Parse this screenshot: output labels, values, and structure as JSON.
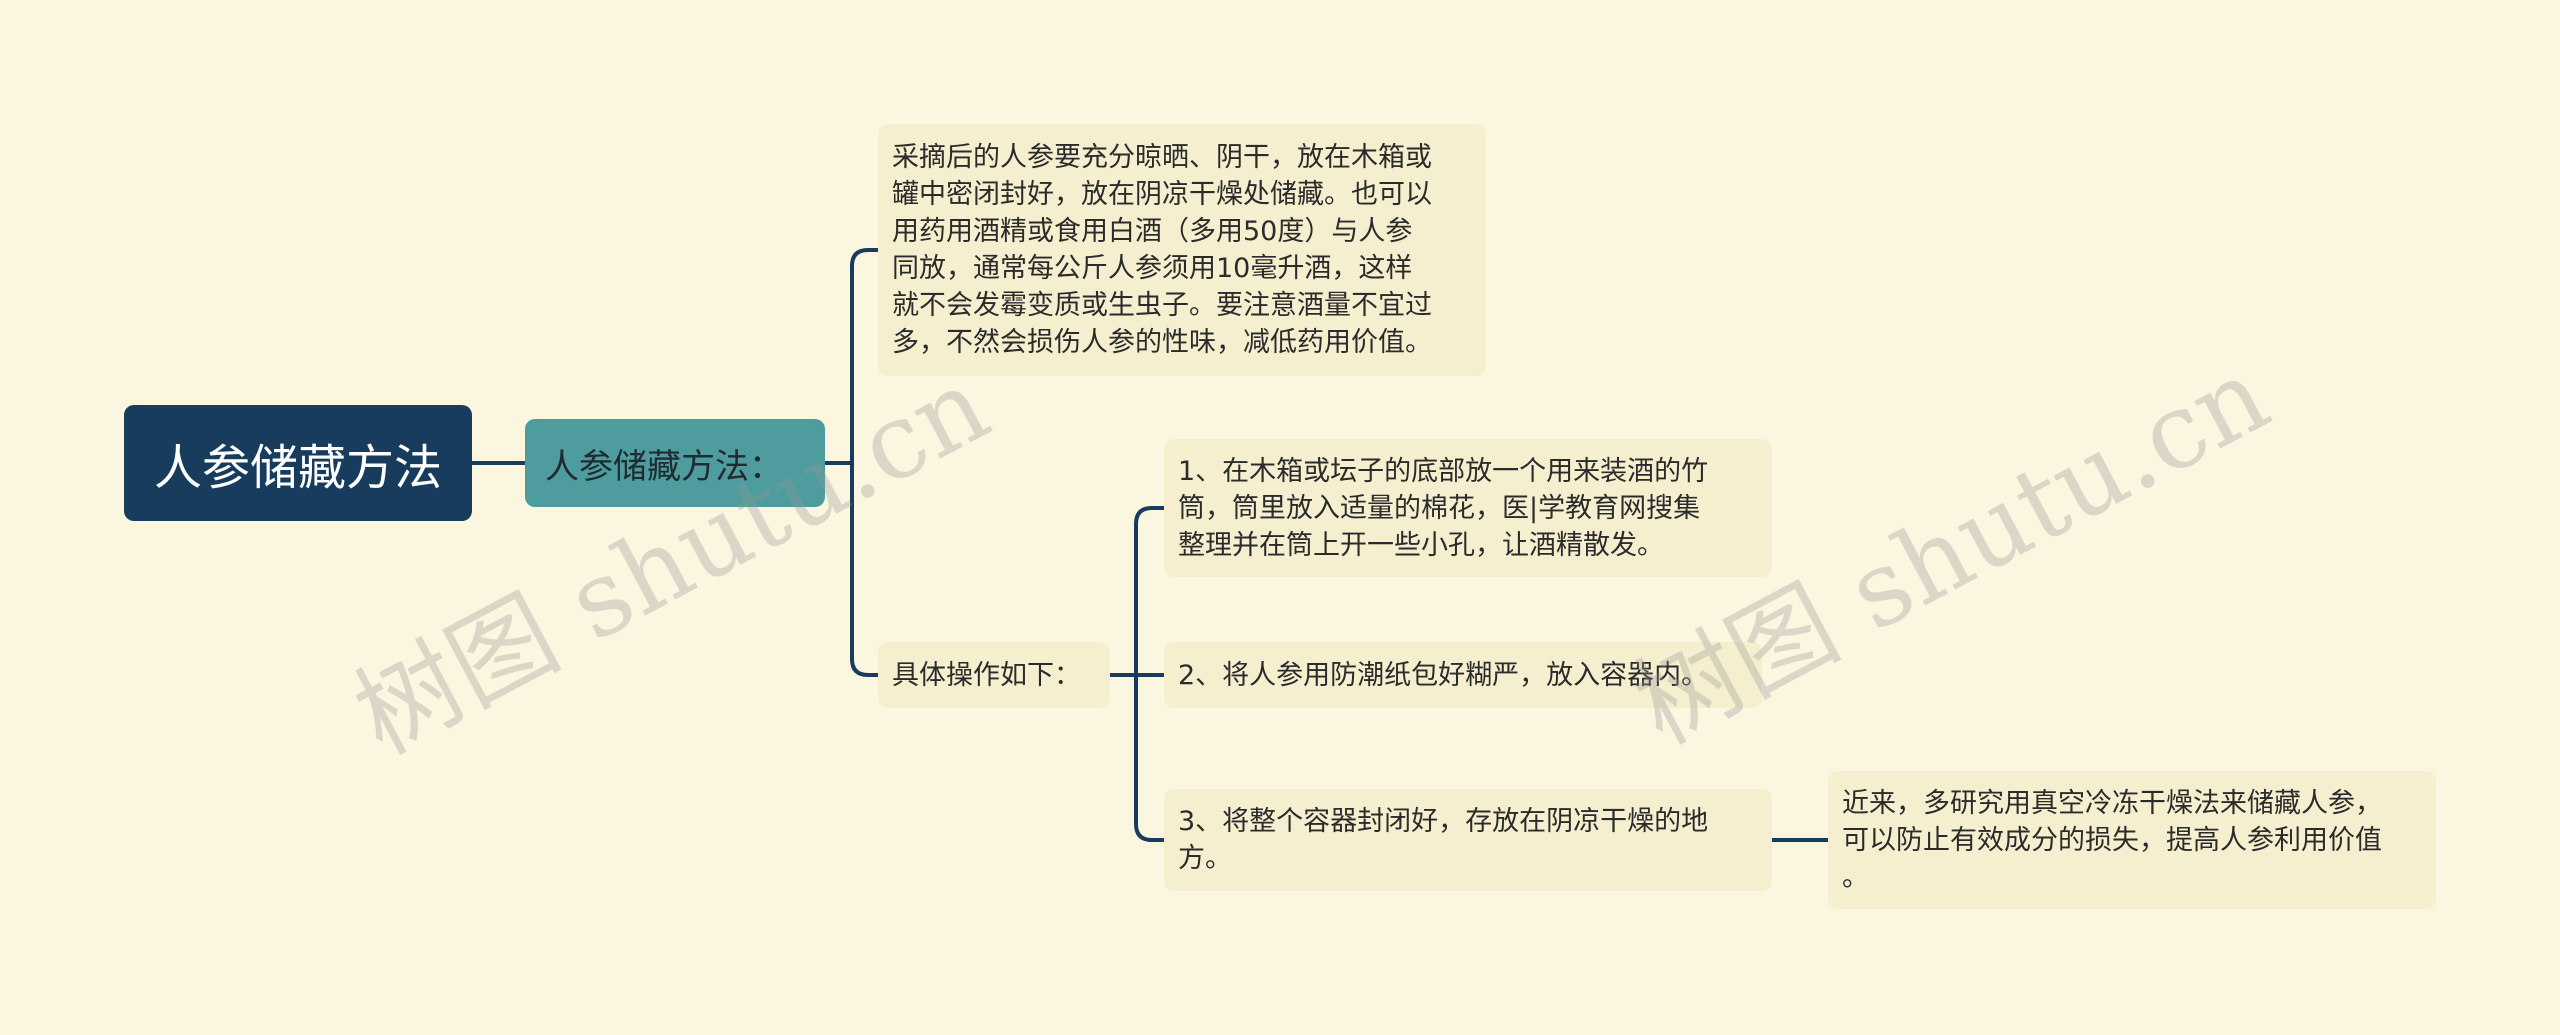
{
  "colors": {
    "background": "#fbf6e0",
    "root_fill": "#173c5e",
    "branch_fill": "#4e9c9d",
    "leaf_fill": "#f6efcf",
    "connector": "#173c5e"
  },
  "mindmap": {
    "root": "人参储藏方法",
    "branch": "人参储藏方法：",
    "tip": "采摘后的人参要充分晾晒、阴干，放在木箱或\n罐中密闭封好，放在阴凉干燥处储藏。也可以\n用药用酒精或食用白酒（多用50度）与人参\n同放，通常每公斤人参须用10毫升酒，这样\n就不会发霉变质或生虫子。要注意酒量不宜过\n多，不然会损伤人参的性味，减低药用价值。",
    "steps_label": "具体操作如下：",
    "steps": [
      "1、在木箱或坛子的底部放一个用来装酒的竹\n筒，筒里放入适量的棉花，医|学教育网搜集\n整理并在筒上开一些小孔，让酒精散发。",
      "2、将人参用防潮纸包好糊严，放入容器内。",
      "3、将整个容器封闭好，存放在阴凉干燥的地\n方。"
    ],
    "note": "近来，多研究用真空冷冻干燥法来储藏人参，\n可以防止有效成分的损失，提高人参利用价值\n。"
  },
  "watermarks": [
    "树图 shutu.cn",
    "树图 shutu.cn"
  ]
}
